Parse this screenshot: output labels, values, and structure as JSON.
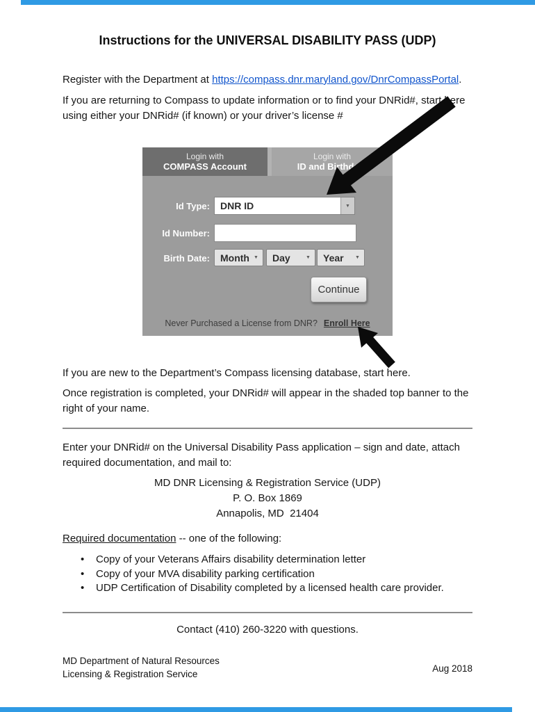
{
  "doc": {
    "title": "Instructions for the UNIVERSAL DISABILITY PASS (UDP)"
  },
  "intro": {
    "register_prefix": "Register with the Department at ",
    "register_link": "https://compass.dnr.maryland.gov/DnrCompassPortal",
    "register_suffix": ".",
    "returning_text": "If you are returning to Compass to update information or to find your DNRid#, start here using either your DNRid# (if known) or your driver’s license #"
  },
  "login_form": {
    "tab_compass_line1": "Login with",
    "tab_compass_line2": "COMPASS Account",
    "tab_id_line1": "Login with",
    "tab_id_line2": "ID and Birthdate",
    "id_type_label": "Id Type:",
    "id_type_value": "DNR ID",
    "id_number_label": "Id Number:",
    "id_number_value": "",
    "birth_date_label": "Birth Date:",
    "month_value": "Month",
    "day_value": "Day",
    "year_value": "Year",
    "continue_label": "Continue",
    "enroll_prompt": "Never Purchased a License from DNR?",
    "enroll_link": "Enroll Here"
  },
  "body_text": {
    "new_user": "If you are new to the Department’s Compass licensing database, start here.",
    "once_registered": "Once registration is completed, your DNRid# will appear in the shaded top banner to the right of your name.",
    "enter_dnrid": "Enter your DNRid# on the Universal Disability Pass application – sign and date, attach required documentation, and mail to:",
    "address_line1": "MD DNR Licensing & Registration Service (UDP)",
    "address_line2": "P. O. Box 1869",
    "address_line3": "Annapolis, MD  21404",
    "required_docs_label": "Required documentation",
    "required_docs_suffix": " -- one of the following:",
    "bullets": [
      "Copy of your Veterans Affairs disability determination letter",
      "Copy of your MVA disability parking certification",
      "UDP Certification of Disability completed by a licensed health care provider."
    ],
    "contact": "Contact (410) 260-3220 with questions."
  },
  "footer": {
    "org_line1": "MD Department of Natural Resources",
    "org_line2": "Licensing & Registration Service",
    "date": "Aug 2018"
  },
  "colors": {
    "link_blue": "#1155cc",
    "edge_bar_blue": "#2f9ae4",
    "form_background_gray": "#9c9c9c",
    "tab_dark_gray": "#6e6e6e",
    "arrow_black": "#0b0b0b"
  }
}
